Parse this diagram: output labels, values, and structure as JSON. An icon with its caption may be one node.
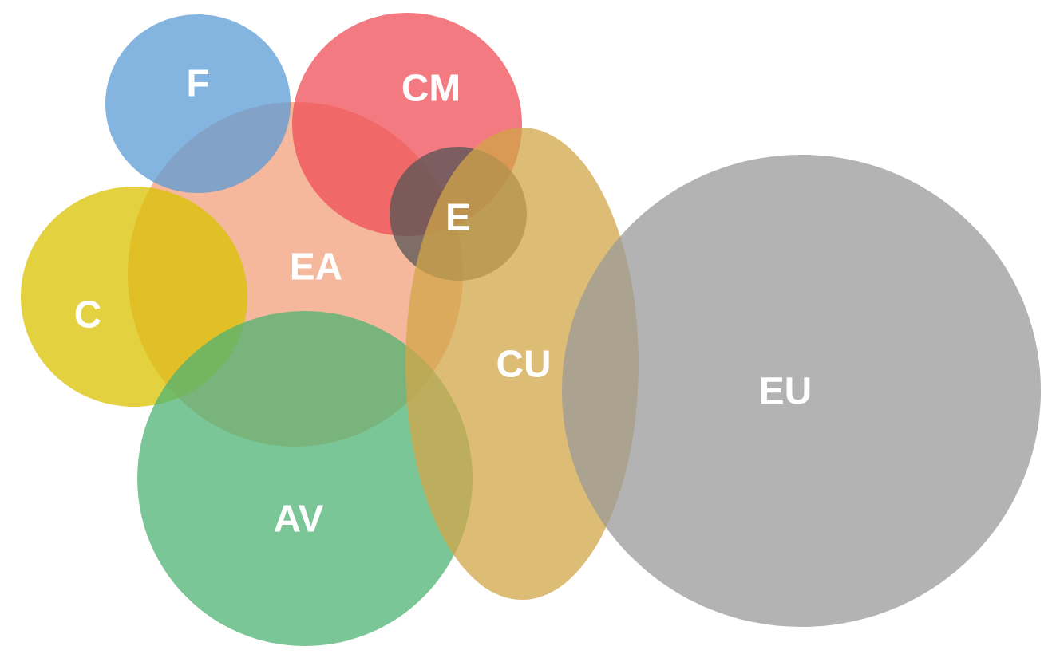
{
  "diagram": {
    "nodes": [
      {
        "text": [
          "F"
        ]
      },
      {
        "text": [
          "CM"
        ]
      },
      {
        "text": [
          "E"
        ]
      },
      {
        "text": [
          "EA"
        ]
      },
      {
        "text": [
          "C"
        ]
      },
      {
        "text": [
          "CU"
        ]
      },
      {
        "text": [
          "EU"
        ]
      },
      {
        "text": [
          "AV"
        ]
      }
    ]
  }
}
